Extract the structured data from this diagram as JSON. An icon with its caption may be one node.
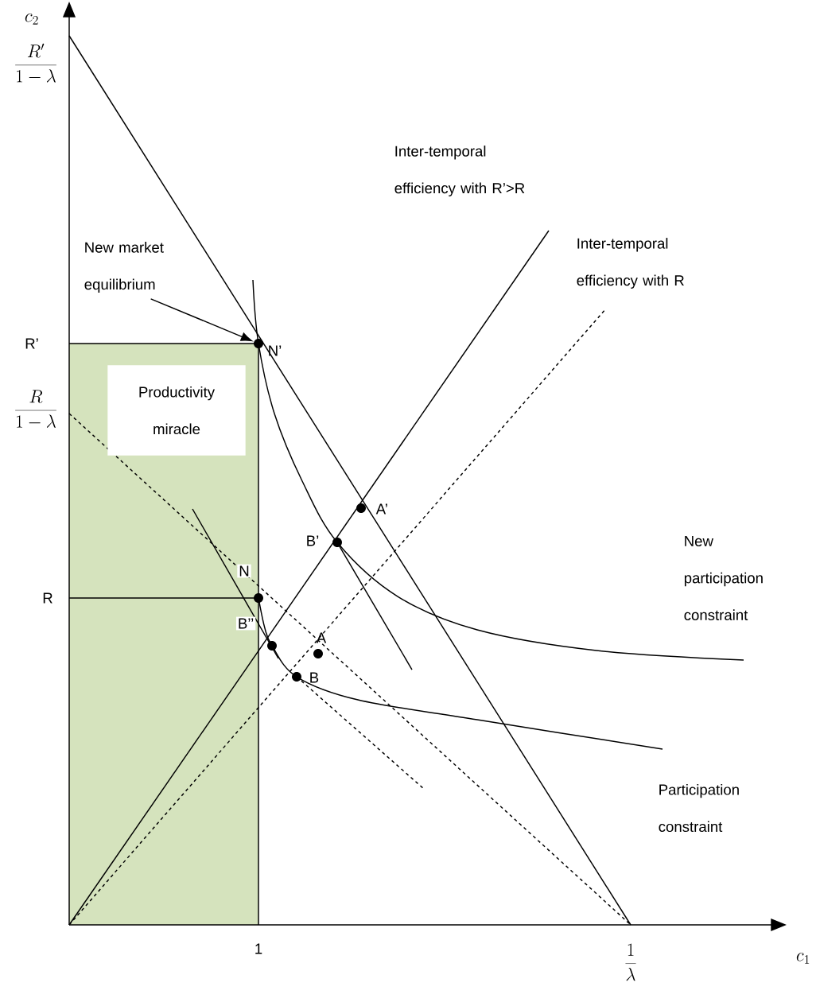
{
  "diagram": {
    "nodes": [
      {
        "text": [
          "New market equilibrium"
        ]
      },
      {
        "text": [
          "Productivity miracle"
        ]
      },
      {
        "text": [],
        "shape": "circle"
      }
    ],
    "edges": [
      {
        "from": 0,
        "to": 2,
        "arrow": "to"
      }
    ],
    "labels": [
      "c_2",
      "\\frac{R'}{1-\\lambda}",
      "Inter-temporal efficiency with R’>R",
      "Inter-temporal efficiency with R",
      "R’",
      "N’",
      "\\frac{R}{1-\\lambda}",
      "A’",
      "B’",
      "New participation constraint",
      "N",
      "R",
      "B’’",
      "A",
      "B",
      "Participation constraint",
      "1",
      "\\frac{1}{\\lambda}",
      "c_1"
    ]
  }
}
